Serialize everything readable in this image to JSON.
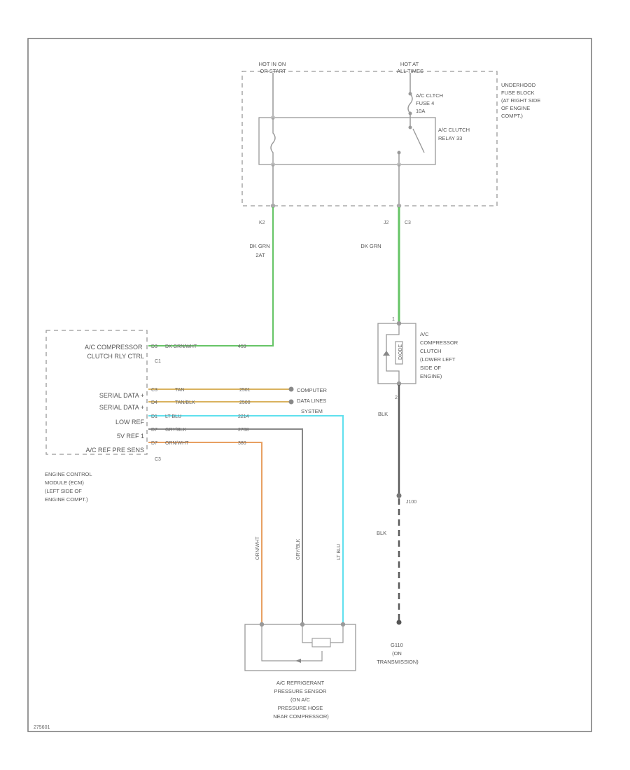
{
  "fuse_block": {
    "label_lines": [
      "UNDERHOOD",
      "FUSE BLOCK",
      "(AT RIGHT SIDE",
      "OF ENGINE",
      "COMPT.)"
    ],
    "hot_run": [
      "HOT IN ON",
      "OR START"
    ],
    "hot_all": [
      "HOT AT",
      "ALL TIMES"
    ],
    "fuse_lines": [
      "A/C CLTCH",
      "FUSE 4",
      "10A"
    ],
    "relay_lines": [
      "A/C CLUTCH",
      "RELAY 33"
    ],
    "conn_left": "K2",
    "conn_right_a": "J2",
    "conn_right_b": "C3"
  },
  "wires": {
    "relay_coil": {
      "color": "DK GRN",
      "circuit": "2AT"
    },
    "clutch_feed": {
      "color": "DK GRN"
    },
    "ecm_ctrl": {
      "pin": "D3",
      "color": "DK GRN/WHT",
      "circuit": "459"
    },
    "serial_a": {
      "pin": "C3",
      "color": "TAN",
      "circuit": "2501"
    },
    "serial_b": {
      "pin": "D4",
      "color": "TAN/BLK",
      "circuit": "2500"
    },
    "low_ref": {
      "pin": "D1",
      "color": "LT BLU",
      "circuit": "2214"
    },
    "five_v_ref": {
      "pin": "D7",
      "color": "GRY/BLK",
      "circuit": "2708"
    },
    "pres_sig": {
      "pin": "D7",
      "color": "ORN/WHT",
      "circuit": "380"
    },
    "sensor_orn": "ORN/WHT",
    "sensor_gry": "GRY/BLK",
    "sensor_blu": "LT BLU",
    "clutch_gnd_pin": "2",
    "clutch_gnd_color": "BLK",
    "splice": "J100",
    "gnd_color": "BLK"
  },
  "ecm": {
    "pins": [
      "A/C COMPRESSOR",
      "CLUTCH RLY CTRL",
      "SERIAL DATA +",
      "SERIAL DATA +",
      "LOW REF",
      "5V REF 1",
      "A/C REF PRE SENS"
    ],
    "conn_top": "C1",
    "conn_bottom": "C3",
    "label_lines": [
      "ENGINE CONTROL",
      "MODULE (ECM)",
      "(LEFT SIDE OF",
      "ENGINE COMPT.)"
    ]
  },
  "clutch": {
    "label_lines": [
      "A/C",
      "COMPRESSOR",
      "CLUTCH",
      "(LOWER LEFT",
      "SIDE OF",
      "ENGINE)"
    ],
    "pin_top": "1",
    "resistor": "DIODE"
  },
  "computer_lines": [
    "COMPUTER",
    "DATA LINES",
    "SYSTEM"
  ],
  "sensor": {
    "label_lines": [
      "A/C REFRIGERANT",
      "PRESSURE SENSOR",
      "(ON A/C",
      "PRESSURE HOSE",
      "NEAR COMPRESSOR)"
    ]
  },
  "ground": {
    "label_lines": [
      "G110",
      "(ON",
      "TRANSMISSION)"
    ]
  },
  "footer_code": "275601",
  "colors": {
    "green": "#66c466",
    "tan": "#d9b25e",
    "light_blue": "#5fe0ee",
    "gray": "#888888",
    "orange": "#e8a062",
    "black": "#5a5a5a"
  }
}
